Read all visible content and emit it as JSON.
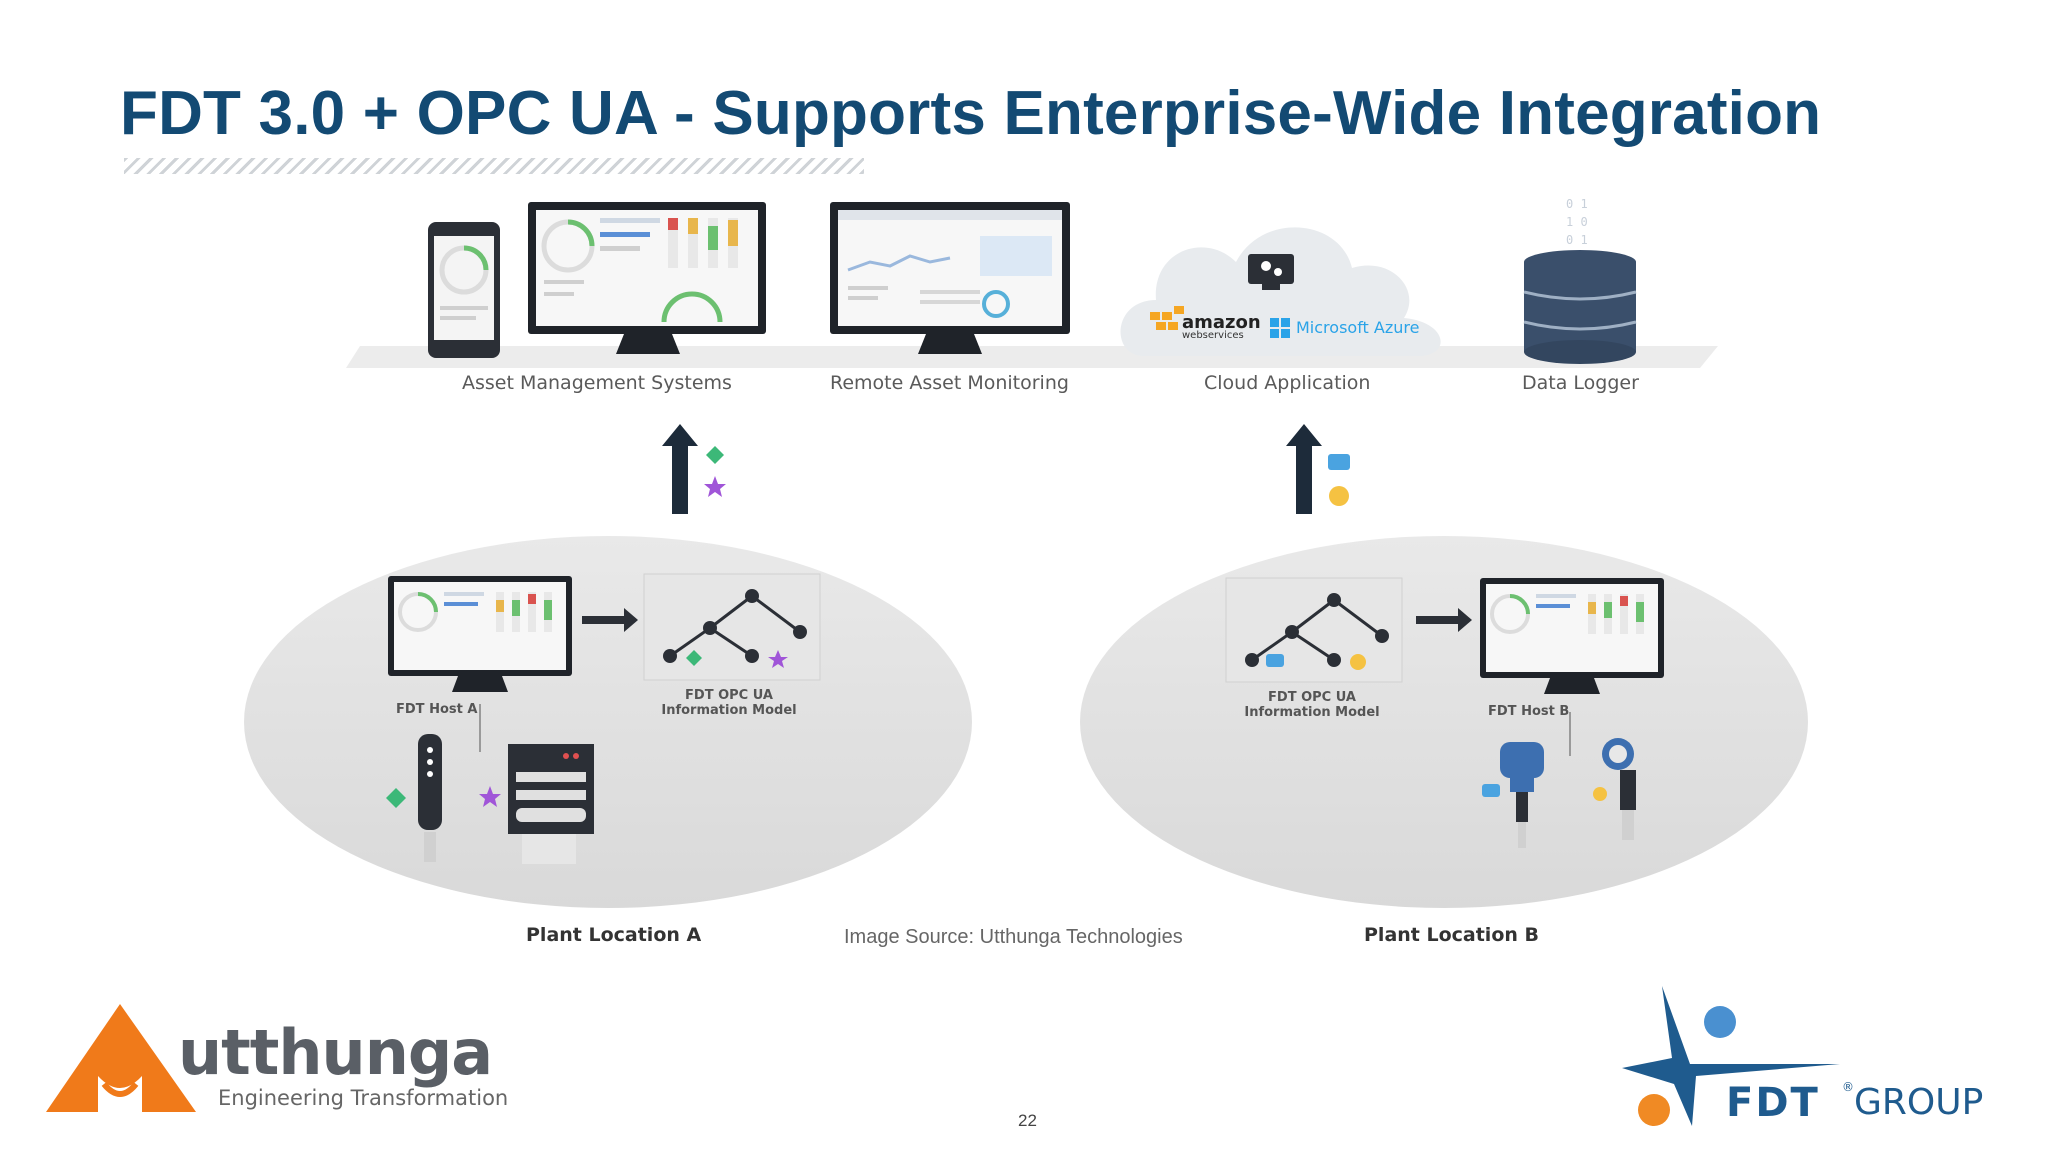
{
  "slide": {
    "title": "FDT 3.0 + OPC UA - Supports Enterprise-Wide Integration",
    "page_number": "22",
    "image_source": "Image Source: Utthunga Technologies"
  },
  "diagram": {
    "top_labels": {
      "asset_management": "Asset Management Systems",
      "remote_monitoring": "Remote Asset Monitoring",
      "cloud_application": "Cloud Application",
      "data_logger": "Data Logger"
    },
    "cloud": {
      "amazon": "amazon",
      "amazon_sub": "webservices",
      "azure": "Microsoft Azure"
    },
    "plant_a": {
      "name": "Plant Location A",
      "host": "FDT Host A",
      "model_line1": "FDT OPC UA",
      "model_line2": "Information Model"
    },
    "plant_b": {
      "name": "Plant Location B",
      "host": "FDT Host B",
      "model_line1": "FDT OPC UA",
      "model_line2": "Information Model"
    }
  },
  "logos": {
    "utthunga_name": "utthunga",
    "utthunga_tagline": "Engineering Transformation",
    "fdt_name": "FDT",
    "fdt_reg": "®",
    "fdt_group": "GROUP"
  },
  "colors": {
    "title": "#134a73",
    "utthunga_orange": "#f07a1a",
    "fdt_blue": "#1f5b8e",
    "fdt_dot_blue": "#4a90d0",
    "fdt_dot_orange": "#f08a24",
    "platform": "#e4e4e4",
    "arrow": "#1d2b3a"
  }
}
